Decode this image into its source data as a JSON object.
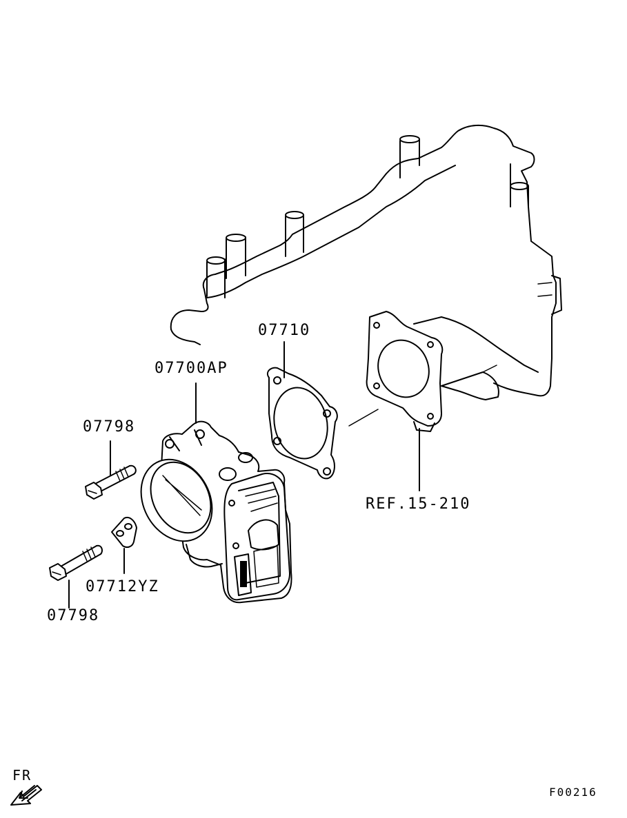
{
  "callouts": {
    "throttle_body": "07700AP",
    "gasket": "07710",
    "bolt_upper": "07798",
    "bolt_lower": "07798",
    "bracket": "07712YZ",
    "manifold_ref": "REF.15-210"
  },
  "orientation": {
    "label": "FR"
  },
  "figure_code": "F00216",
  "icons": {
    "front_arrow": "front-direction-arrow-icon"
  }
}
